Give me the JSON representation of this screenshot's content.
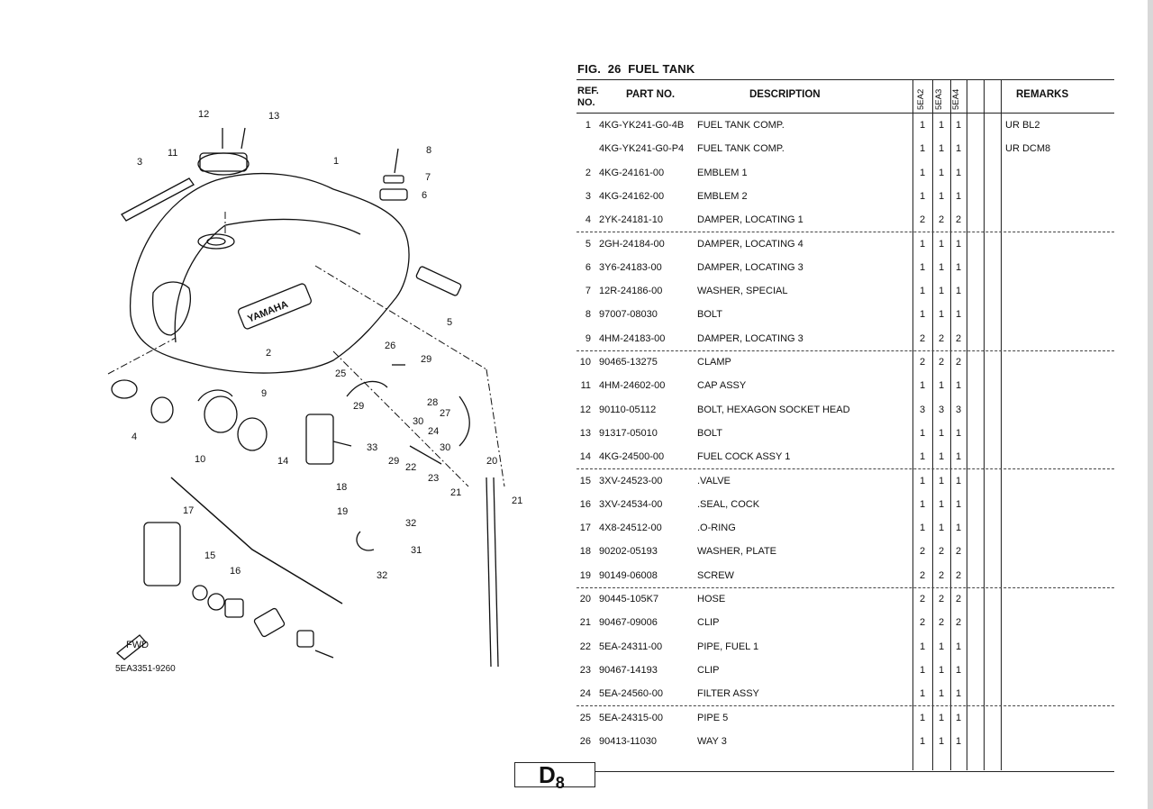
{
  "figure": {
    "label": "FIG.",
    "number": "26",
    "title": "FUEL TANK"
  },
  "catalog_code": "5EA3351-9260",
  "page_badge": {
    "letter": "D",
    "number": "8"
  },
  "headers": {
    "ref": "REF.",
    "no": "NO.",
    "part_no": "PART NO.",
    "description": "DESCRIPTION",
    "remarks": "REMARKS"
  },
  "models": [
    "5EA2",
    "5EA3",
    "5EA4"
  ],
  "callouts": [
    "1",
    "2",
    "3",
    "4",
    "5",
    "6",
    "7",
    "8",
    "9",
    "10",
    "11",
    "12",
    "13",
    "14",
    "15",
    "16",
    "17",
    "18",
    "19",
    "20",
    "21",
    "21",
    "22",
    "23",
    "24",
    "25",
    "26",
    "27",
    "28",
    "29",
    "29",
    "29",
    "30",
    "30",
    "31",
    "32",
    "32",
    "33"
  ],
  "tank_logo": "YAMAHA",
  "fwd_label": "FWD",
  "rows": [
    {
      "ref": "1",
      "part_no": "4KG-YK241-G0-4B",
      "description": "FUEL TANK COMP.",
      "q": [
        "1",
        "1",
        "1"
      ],
      "remarks": "UR BL2"
    },
    {
      "ref": "",
      "part_no": "4KG-YK241-G0-P4",
      "description": "FUEL TANK COMP.",
      "q": [
        "1",
        "1",
        "1"
      ],
      "remarks": "UR DCM8"
    },
    {
      "ref": "2",
      "part_no": "4KG-24161-00",
      "description": "EMBLEM 1",
      "q": [
        "1",
        "1",
        "1"
      ],
      "remarks": ""
    },
    {
      "ref": "3",
      "part_no": "4KG-24162-00",
      "description": "EMBLEM 2",
      "q": [
        "1",
        "1",
        "1"
      ],
      "remarks": ""
    },
    {
      "ref": "4",
      "part_no": "2YK-24181-10",
      "description": "DAMPER, LOCATING 1",
      "q": [
        "2",
        "2",
        "2"
      ],
      "remarks": ""
    },
    {
      "ref": "5",
      "part_no": "2GH-24184-00",
      "description": "DAMPER, LOCATING 4",
      "q": [
        "1",
        "1",
        "1"
      ],
      "remarks": ""
    },
    {
      "ref": "6",
      "part_no": "3Y6-24183-00",
      "description": "DAMPER, LOCATING 3",
      "q": [
        "1",
        "1",
        "1"
      ],
      "remarks": ""
    },
    {
      "ref": "7",
      "part_no": "12R-24186-00",
      "description": "WASHER, SPECIAL",
      "q": [
        "1",
        "1",
        "1"
      ],
      "remarks": ""
    },
    {
      "ref": "8",
      "part_no": "97007-08030",
      "description": "BOLT",
      "q": [
        "1",
        "1",
        "1"
      ],
      "remarks": ""
    },
    {
      "ref": "9",
      "part_no": "4HM-24183-00",
      "description": "DAMPER, LOCATING 3",
      "q": [
        "2",
        "2",
        "2"
      ],
      "remarks": ""
    },
    {
      "ref": "10",
      "part_no": "90465-13275",
      "description": "CLAMP",
      "q": [
        "2",
        "2",
        "2"
      ],
      "remarks": ""
    },
    {
      "ref": "11",
      "part_no": "4HM-24602-00",
      "description": "CAP ASSY",
      "q": [
        "1",
        "1",
        "1"
      ],
      "remarks": ""
    },
    {
      "ref": "12",
      "part_no": "90110-05112",
      "description": "BOLT, HEXAGON SOCKET HEAD",
      "q": [
        "3",
        "3",
        "3"
      ],
      "remarks": ""
    },
    {
      "ref": "13",
      "part_no": "91317-05010",
      "description": "BOLT",
      "q": [
        "1",
        "1",
        "1"
      ],
      "remarks": ""
    },
    {
      "ref": "14",
      "part_no": "4KG-24500-00",
      "description": "FUEL COCK ASSY 1",
      "q": [
        "1",
        "1",
        "1"
      ],
      "remarks": ""
    },
    {
      "ref": "15",
      "part_no": "3XV-24523-00",
      "description": ".VALVE",
      "q": [
        "1",
        "1",
        "1"
      ],
      "remarks": ""
    },
    {
      "ref": "16",
      "part_no": "3XV-24534-00",
      "description": ".SEAL, COCK",
      "q": [
        "1",
        "1",
        "1"
      ],
      "remarks": ""
    },
    {
      "ref": "17",
      "part_no": "4X8-24512-00",
      "description": ".O-RING",
      "q": [
        "1",
        "1",
        "1"
      ],
      "remarks": ""
    },
    {
      "ref": "18",
      "part_no": "90202-05193",
      "description": "WASHER, PLATE",
      "q": [
        "2",
        "2",
        "2"
      ],
      "remarks": ""
    },
    {
      "ref": "19",
      "part_no": "90149-06008",
      "description": "SCREW",
      "q": [
        "2",
        "2",
        "2"
      ],
      "remarks": ""
    },
    {
      "ref": "20",
      "part_no": "90445-105K7",
      "description": "HOSE",
      "q": [
        "2",
        "2",
        "2"
      ],
      "remarks": ""
    },
    {
      "ref": "21",
      "part_no": "90467-09006",
      "description": "CLIP",
      "q": [
        "2",
        "2",
        "2"
      ],
      "remarks": ""
    },
    {
      "ref": "22",
      "part_no": "5EA-24311-00",
      "description": "PIPE, FUEL 1",
      "q": [
        "1",
        "1",
        "1"
      ],
      "remarks": ""
    },
    {
      "ref": "23",
      "part_no": "90467-14193",
      "description": "CLIP",
      "q": [
        "1",
        "1",
        "1"
      ],
      "remarks": ""
    },
    {
      "ref": "24",
      "part_no": "5EA-24560-00",
      "description": "FILTER ASSY",
      "q": [
        "1",
        "1",
        "1"
      ],
      "remarks": ""
    },
    {
      "ref": "25",
      "part_no": "5EA-24315-00",
      "description": "PIPE 5",
      "q": [
        "1",
        "1",
        "1"
      ],
      "remarks": ""
    },
    {
      "ref": "26",
      "part_no": "90413-11030",
      "description": "WAY 3",
      "q": [
        "1",
        "1",
        "1"
      ],
      "remarks": ""
    }
  ]
}
